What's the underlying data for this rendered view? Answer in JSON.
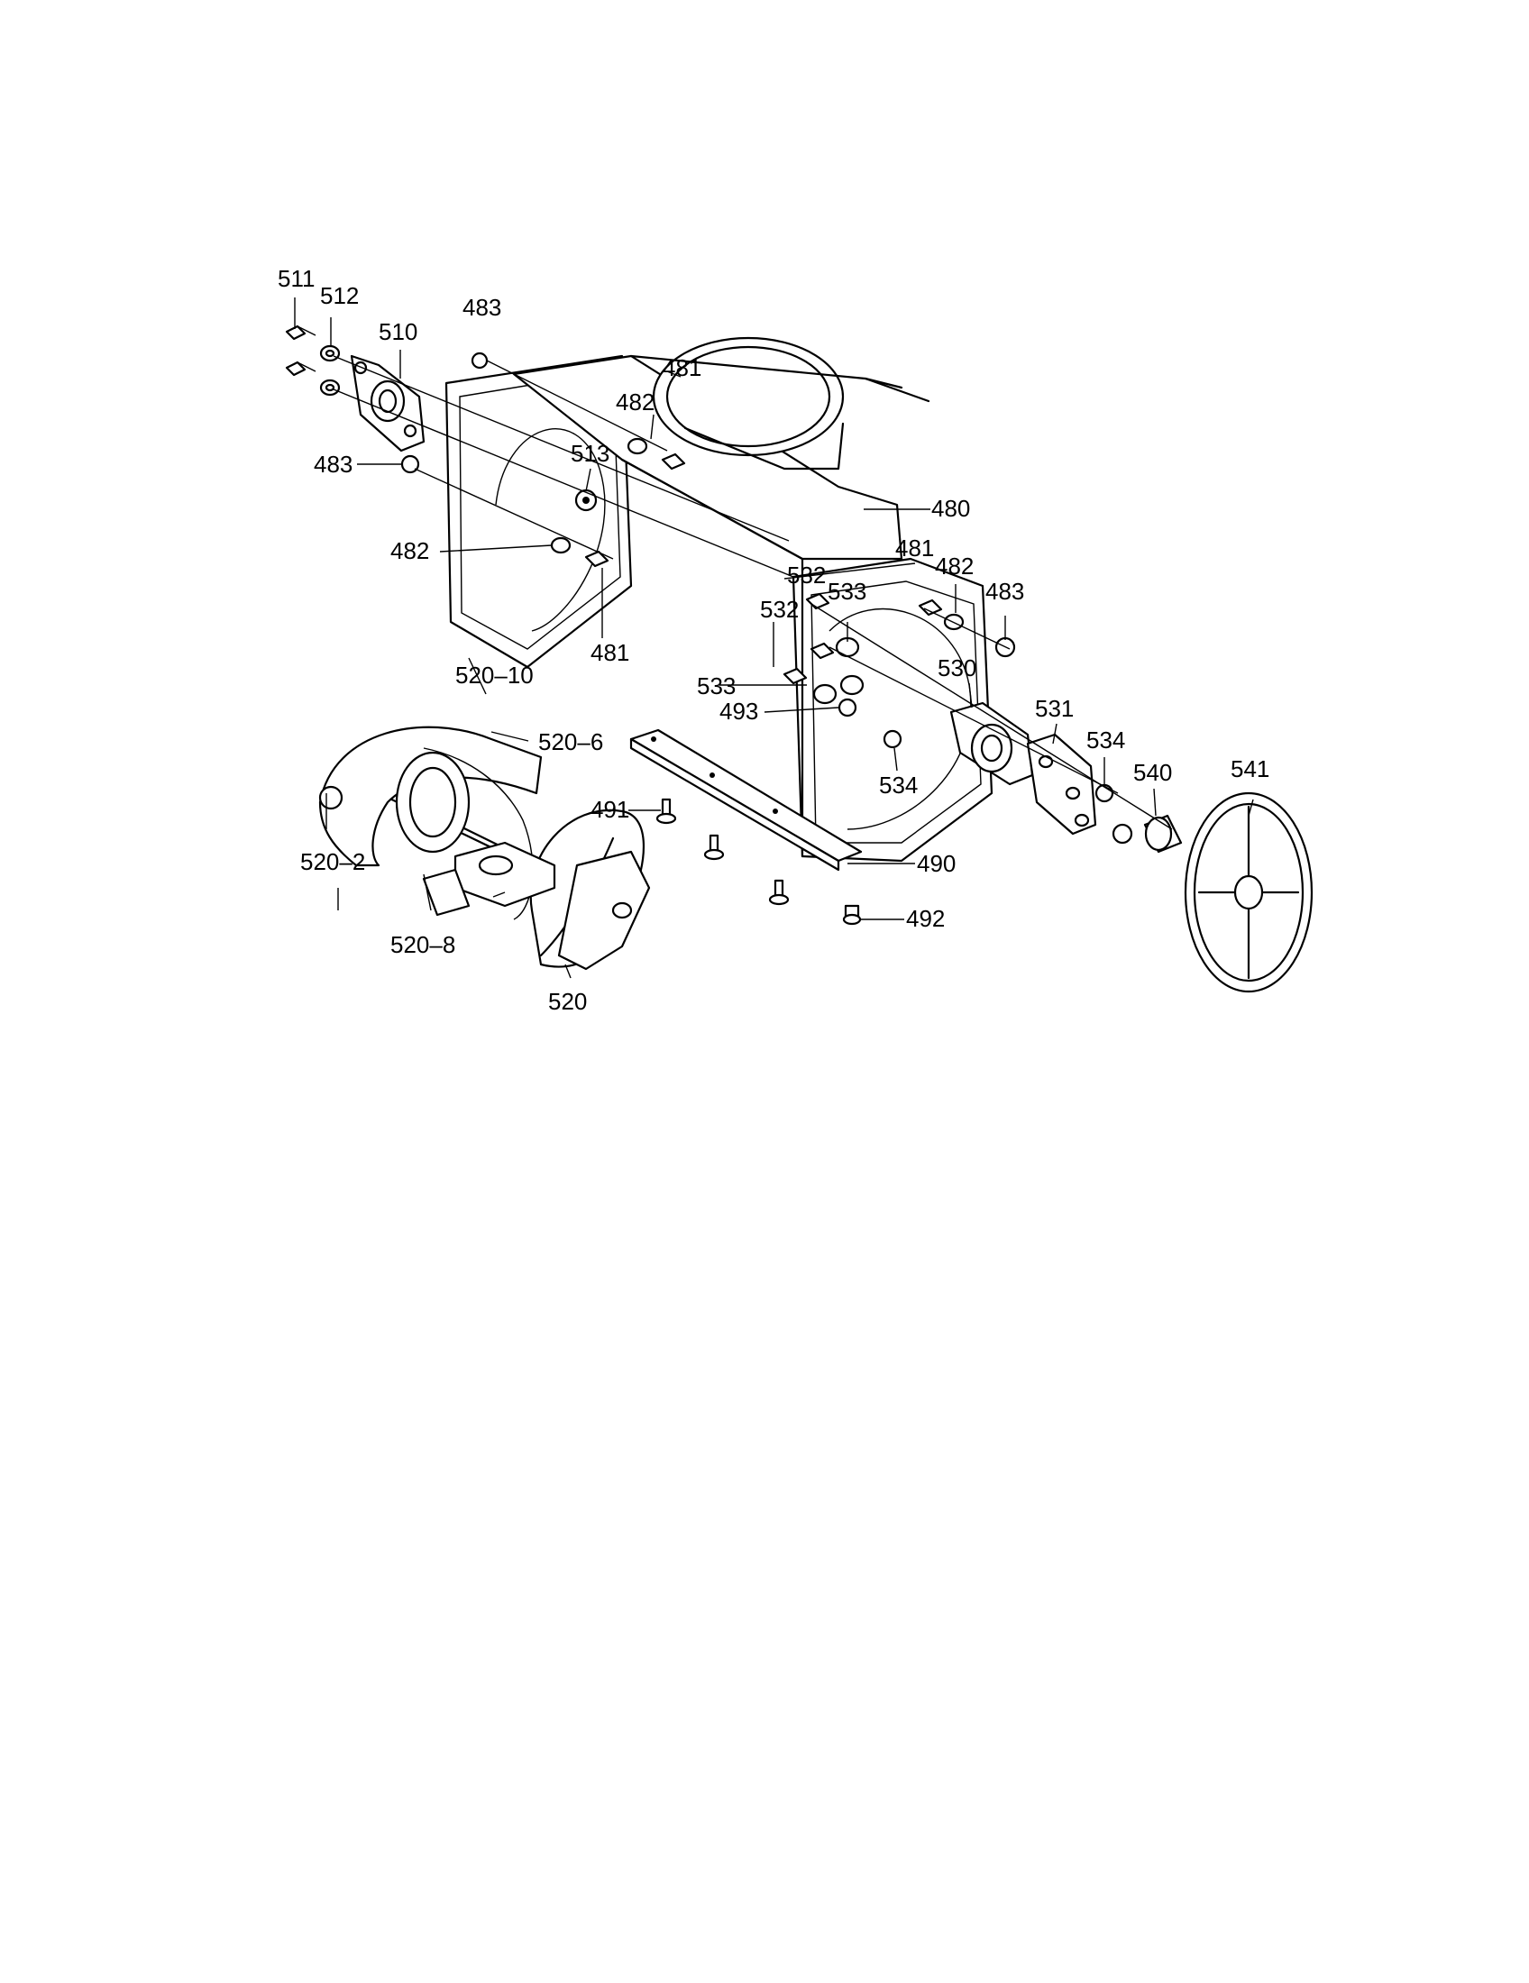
{
  "labels": {
    "l511": "511",
    "l512": "512",
    "l510": "510",
    "l483a": "483",
    "l481a": "481",
    "l482a": "482",
    "l483b": "483",
    "l513": "513",
    "l480": "480",
    "l482b": "482",
    "l481b": "481",
    "l481c": "481",
    "l482c": "482",
    "l532a": "532",
    "l533a": "533",
    "l483c": "483",
    "l532b": "532",
    "l520_10": "520–10",
    "l533b": "533",
    "l530": "530",
    "l493": "493",
    "l531": "531",
    "l520_6": "520–6",
    "l534a": "534",
    "l541": "541",
    "l540": "540",
    "l534b": "534",
    "l491": "491",
    "l520_2": "520–2",
    "l490": "490",
    "l492": "492",
    "l520_8": "520–8",
    "l520": "520"
  }
}
